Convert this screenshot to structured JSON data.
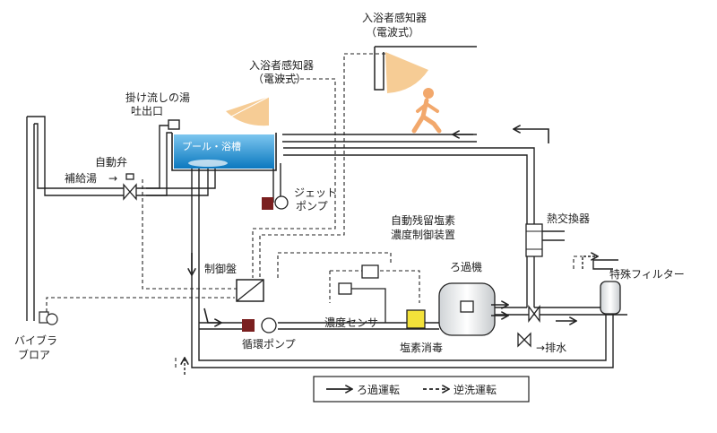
{
  "labels": {
    "sensor_right_l1": "入浴者感知器",
    "sensor_right_l2": "（電波式）",
    "sensor_left_l1": "入浴者感知器",
    "sensor_left_l2": "（電波式）",
    "hot_outlet_l1": "掛け流しの湯",
    "hot_outlet_l2": "吐出口",
    "pool": "プール・浴槽",
    "auto_valve": "自動弁",
    "supply_water": "補給湯",
    "jet_pump_l1": "ジェット",
    "jet_pump_l2": "ポンプ",
    "heat_exchanger": "熱交換器",
    "chlorine_ctrl_l1": "自動残留塩素",
    "chlorine_ctrl_l2": "濃度制御装置",
    "control_panel": "制御盤",
    "filter_tank": "ろ過機",
    "special_filter": "特殊フィルター",
    "concentration_sensor": "濃度センサ",
    "chlorine_disinfect": "塩素消毒",
    "circulation_pump": "循環ポンプ",
    "vibra_l1": "バイブラ",
    "vibra_l2": "ブロア",
    "drain": "排水"
  },
  "legend": {
    "filtration": "ろ過運転",
    "backwash": "逆洗運転"
  },
  "colors": {
    "line": "#222222",
    "water_light": "#5ab4e8",
    "water_dark": "#0b78bf",
    "sensor_wave": "#f4c383",
    "person": "#f2a86c",
    "pump_body": "#7a1f1f",
    "chlorine": "#f3e23a"
  }
}
